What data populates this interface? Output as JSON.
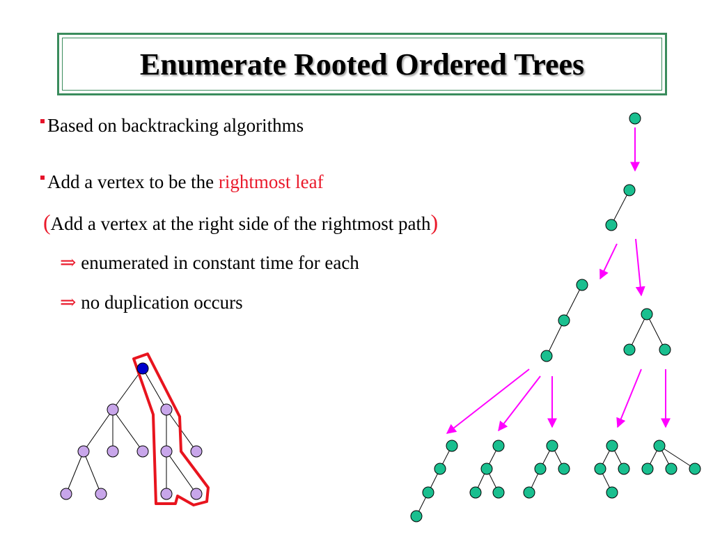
{
  "slide": {
    "title": "Enumerate Rooted Ordered Trees",
    "bullets": [
      {
        "text": "Based on backtracking algorithms"
      },
      {
        "text_before": "Add a vertex to be the ",
        "highlight": "rightmost leaf"
      }
    ],
    "note": {
      "open_paren": "(",
      "text": "Add a vertex at the right side of the rightmost path",
      "close_paren": ")"
    },
    "implications": [
      {
        "symbol": "⇒",
        "text": "enumerated in constant time for each"
      },
      {
        "symbol": "⇒",
        "text": "no duplication occurs"
      }
    ]
  },
  "colors": {
    "title_border": "#3a8c5c",
    "bullet": "#e5132a",
    "highlight": "#ea1a2b",
    "tree_node": "#1abf8f",
    "left_tree_node": "#c8a6ea",
    "root_node": "#0000cc",
    "arrow": "#ff00ff",
    "path_outline": "#e8141e"
  }
}
